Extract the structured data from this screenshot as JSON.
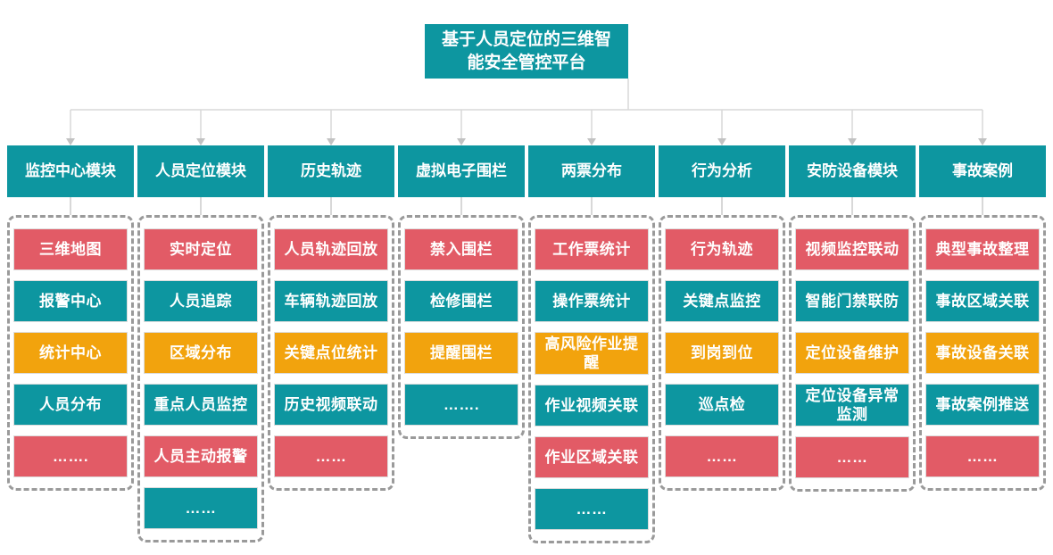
{
  "root": {
    "title": "基于人员定位的三维智能安全管控平台"
  },
  "colors": {
    "teal": "#0D96A0",
    "red": "#E25B66",
    "orange": "#F2A30D",
    "connector_line": "#d8d8d8",
    "arrowhead": "#c2c2c2",
    "dashed_border": "#9a9a9a"
  },
  "modules": [
    {
      "id": "monitor-center",
      "label": "监控中心模块",
      "items": [
        {
          "label": "三维地图",
          "color": "red"
        },
        {
          "label": "报警中心",
          "color": "teal"
        },
        {
          "label": "统计中心",
          "color": "orange"
        },
        {
          "label": "人员分布",
          "color": "teal"
        },
        {
          "label": "…….",
          "color": "red"
        }
      ]
    },
    {
      "id": "personnel-positioning",
      "label": "人员定位模块",
      "items": [
        {
          "label": "实时定位",
          "color": "red"
        },
        {
          "label": "人员追踪",
          "color": "teal"
        },
        {
          "label": "区域分布",
          "color": "orange"
        },
        {
          "label": "重点人员监控",
          "color": "teal"
        },
        {
          "label": "人员主动报警",
          "color": "red"
        },
        {
          "label": "……",
          "color": "teal"
        }
      ]
    },
    {
      "id": "history-track",
      "label": "历史轨迹",
      "items": [
        {
          "label": "人员轨迹回放",
          "color": "red"
        },
        {
          "label": "车辆轨迹回放",
          "color": "teal"
        },
        {
          "label": "关键点位统计",
          "color": "orange"
        },
        {
          "label": "历史视频联动",
          "color": "teal"
        },
        {
          "label": "……",
          "color": "red"
        }
      ]
    },
    {
      "id": "virtual-fence",
      "label": "虚拟电子围栏",
      "items": [
        {
          "label": "禁入围栏",
          "color": "red"
        },
        {
          "label": "检修围栏",
          "color": "teal"
        },
        {
          "label": "提醒围栏",
          "color": "orange"
        },
        {
          "label": "…….",
          "color": "teal"
        }
      ]
    },
    {
      "id": "two-ticket",
      "label": "两票分布",
      "items": [
        {
          "label": "工作票统计",
          "color": "red"
        },
        {
          "label": "操作票统计",
          "color": "teal"
        },
        {
          "label": "高风险作业提醒",
          "color": "orange"
        },
        {
          "label": "作业视频关联",
          "color": "teal"
        },
        {
          "label": "作业区域关联",
          "color": "red"
        },
        {
          "label": "……",
          "color": "teal"
        }
      ]
    },
    {
      "id": "behavior-analysis",
      "label": "行为分析",
      "items": [
        {
          "label": "行为轨迹",
          "color": "red"
        },
        {
          "label": "关键点监控",
          "color": "teal"
        },
        {
          "label": "到岗到位",
          "color": "orange"
        },
        {
          "label": "巡点检",
          "color": "teal"
        },
        {
          "label": "……",
          "color": "red"
        }
      ]
    },
    {
      "id": "security-equipment",
      "label": "安防设备模块",
      "items": [
        {
          "label": "视频监控联动",
          "color": "red"
        },
        {
          "label": "智能门禁联防",
          "color": "teal"
        },
        {
          "label": "定位设备维护",
          "color": "orange"
        },
        {
          "label": "定位设备异常监测",
          "color": "teal"
        },
        {
          "label": "……",
          "color": "red"
        }
      ]
    },
    {
      "id": "accident-case",
      "label": "事故案例",
      "items": [
        {
          "label": "典型事故整理",
          "color": "red"
        },
        {
          "label": "事故区域关联",
          "color": "teal"
        },
        {
          "label": "事故设备关联",
          "color": "orange"
        },
        {
          "label": "事故案例推送",
          "color": "teal"
        },
        {
          "label": "……",
          "color": "red"
        }
      ]
    }
  ]
}
